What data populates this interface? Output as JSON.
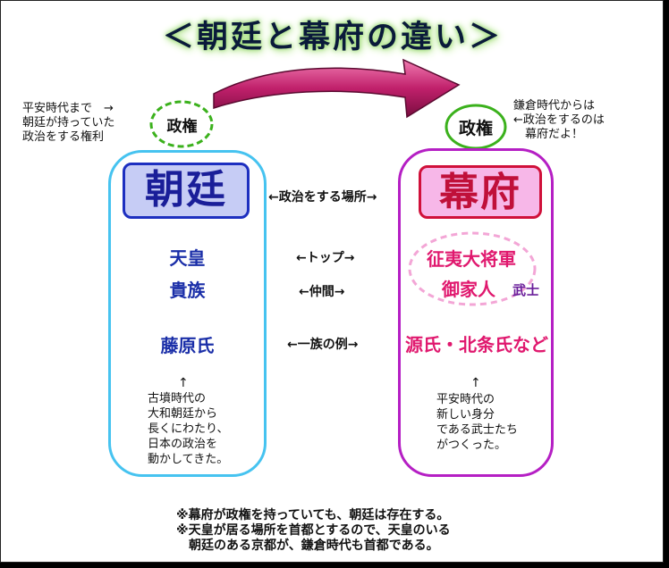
{
  "title": "＜朝廷と幕府の違い＞",
  "left_note": "平安時代まで　→\n朝廷が持っていた\n政治をする権利",
  "right_note": "鎌倉時代からは\n←政治をするのは\n　幕府だよ！",
  "power_left": "政権",
  "power_right": "政権",
  "left_col": {
    "label": "朝廷",
    "items": [
      "天皇",
      "貴族"
    ],
    "clan": "藤原氏",
    "arrow": "↑",
    "desc": "古墳時代の\n大和朝廷から\n長くにわたり、\n日本の政治を\n動かしてきた。"
  },
  "right_col": {
    "label": "幕府",
    "items": [
      "征夷大将軍",
      "御家人"
    ],
    "samurai": "武士",
    "clan": "源氏・北条氏など",
    "arrow": "↑",
    "desc": "平安時代の\n新しい身分\nである武士たち\nがつくった。"
  },
  "middle": {
    "place": "←政治をする場所→",
    "top": "←トップ→",
    "peer": "←仲間→",
    "clan_ex": "←一族の例→"
  },
  "footer": "※幕府が政権を持っていても、朝廷は存在する。\n※天皇が居る場所を首都とするので、天皇のいる\n　朝廷のある京都が、鎌倉時代も首都である。",
  "colors": {
    "left_border": "#46c3f0",
    "right_border": "#b51fc4",
    "left_label_bg": "#c6ccf5",
    "left_label_border": "#1d2fc0",
    "right_label_bg": "#f7b7e8",
    "right_label_border": "#d0103a",
    "arrow": "#c0206b",
    "green": "#3bb11c"
  }
}
